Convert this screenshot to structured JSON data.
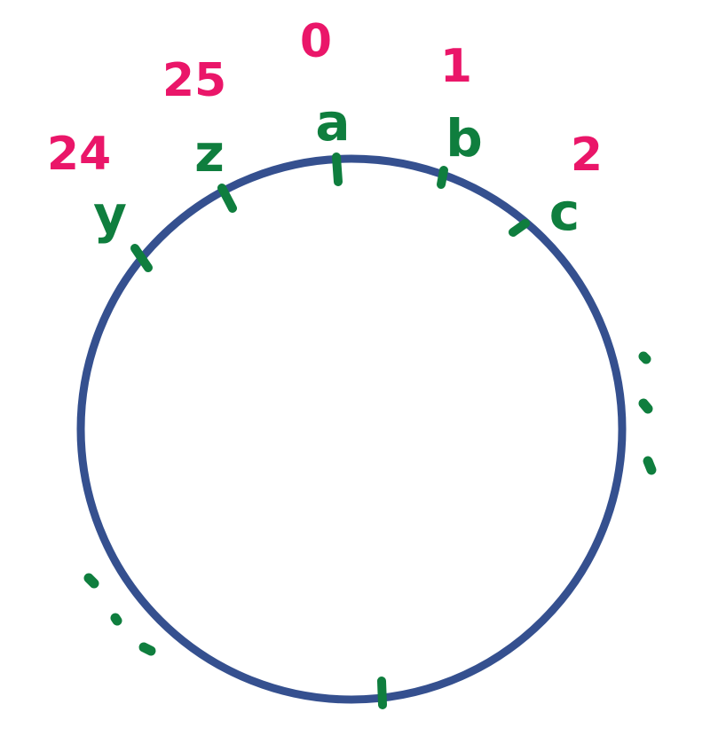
{
  "colors": {
    "circle": "#35508f",
    "letters": "#0f7e3e",
    "numbers": "#ea1669",
    "background": "#ffffff"
  },
  "letters": {
    "a": "a",
    "b": "b",
    "c": "c",
    "y": "y",
    "z": "z"
  },
  "numbers": {
    "a": "0",
    "b": "1",
    "c": "2",
    "y": "24",
    "z": "25"
  },
  "ellipsis_right": "...",
  "ellipsis_bottom_left": "..."
}
